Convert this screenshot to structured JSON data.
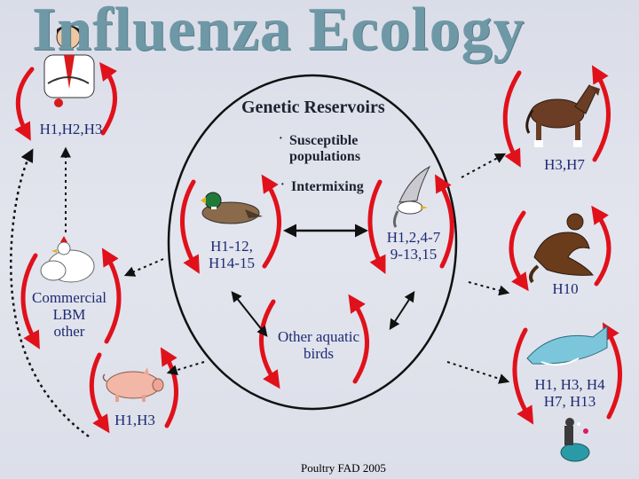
{
  "title": "Influenza Ecology",
  "reservoir_title": "Genetic Reservoirs",
  "bullets": [
    [
      "Susceptible",
      "populations"
    ],
    [
      "Intermixing"
    ]
  ],
  "hosts": {
    "human": "H1,H2,H3",
    "duck": [
      "H1-12,",
      "H14-15"
    ],
    "seabird": [
      "H1,2,4-7",
      "9-13,15"
    ],
    "other_birds": [
      "Other aquatic",
      "birds"
    ],
    "poultry": [
      "Commercial",
      "LBM",
      "other"
    ],
    "pig": "H1,H3",
    "horse": "H3,H7",
    "mink": "H10",
    "whale": [
      "H1, H3, H4",
      "H7, H13"
    ]
  },
  "footer": "Poultry FAD 2005",
  "colors": {
    "title": "#6f98a6",
    "cycle_arrow": "#e0111b",
    "label_text": "#1e2a72",
    "background": "#dadde8"
  },
  "icons": [
    "businessman-icon",
    "mallard-duck-icon",
    "seagull-icon",
    "chicken-icon",
    "pig-icon",
    "horse-icon",
    "mink-icon",
    "whale-icon",
    "seal-icon"
  ]
}
